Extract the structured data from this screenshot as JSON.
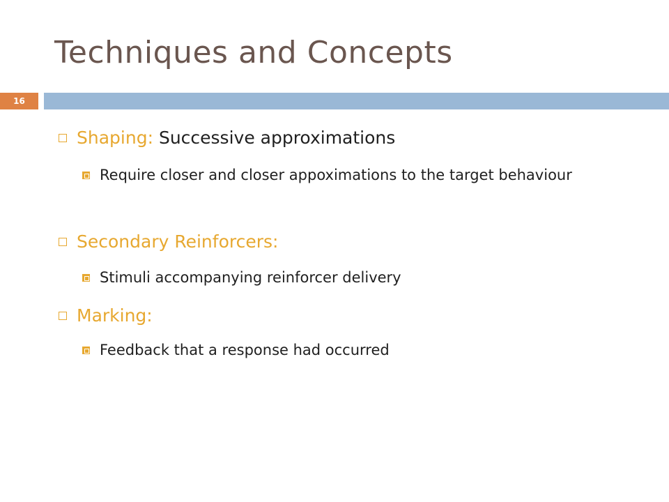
{
  "slide": {
    "title": "Techniques and Concepts",
    "page_number": "16"
  },
  "colors": {
    "title": "#6a564f",
    "accent": "#e7a830",
    "badge": "#df8244",
    "rule": "#9ab8d6"
  },
  "bullets": [
    {
      "heading": "Shaping:",
      "text": " Successive approximations",
      "sub": "Require closer and closer appoximations to the target behaviour"
    },
    {
      "heading": "Secondary Reinforcers:",
      "text": "",
      "sub": "Stimuli accompanying reinforcer delivery"
    },
    {
      "heading": "Marking:",
      "text": "",
      "sub": "Feedback that a response had occurred"
    }
  ]
}
